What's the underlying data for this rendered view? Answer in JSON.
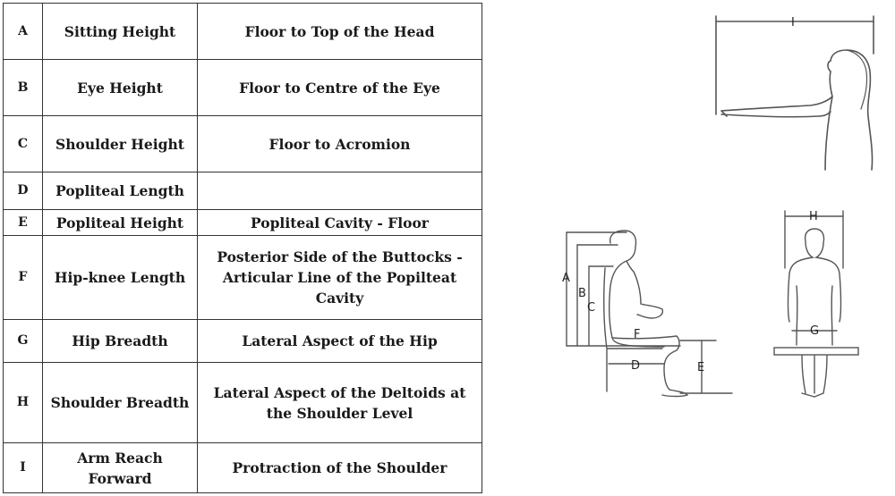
{
  "rows": [
    {
      "letter": "A",
      "measure": "Sitting Height",
      "description": "Floor to Top of the Head"
    },
    {
      "letter": "B",
      "measure": "Eye Height",
      "description": "Floor to Centre of the Eye"
    },
    {
      "letter": "C",
      "measure": "Shoulder Height",
      "description": "Floor to Acromion"
    },
    {
      "letter": "D",
      "measure": "Popliteal Length",
      "description": ""
    },
    {
      "letter": "E",
      "measure": "Popliteal Height",
      "description": "Popliteal Cavity - Floor"
    },
    {
      "letter": "F",
      "measure": "Hip-knee Length",
      "description": "Posterior Side of the Buttocks - Articular Line of the Popilteat Cavity"
    },
    {
      "letter": "G",
      "measure": "Hip Breadth",
      "description": "Lateral Aspect of the Hip"
    },
    {
      "letter": "H",
      "measure": "Shoulder Breadth",
      "description": "Lateral Aspect of the Deltoids at the Shoulder Level"
    },
    {
      "letter": "I",
      "measure": "Arm Reach Forward",
      "description": "Protraction of the Shoulder"
    }
  ],
  "figures": {
    "reach": {
      "label": "I"
    },
    "side": {
      "labels": [
        "A",
        "B",
        "C",
        "D",
        "E",
        "F"
      ]
    },
    "front": {
      "labels": [
        "H",
        "G"
      ]
    }
  }
}
